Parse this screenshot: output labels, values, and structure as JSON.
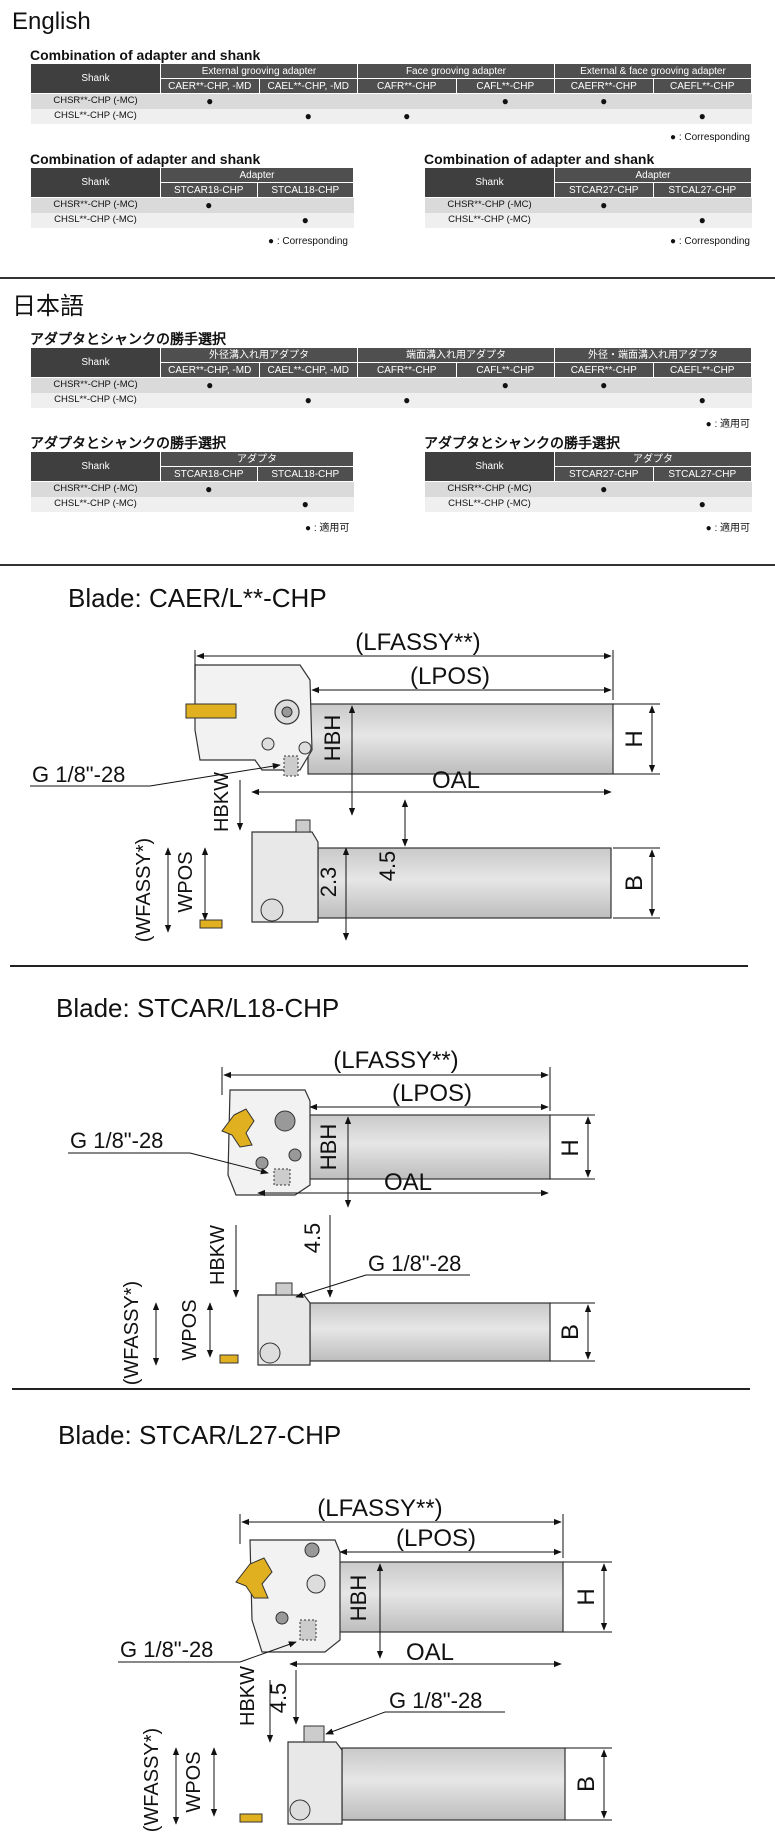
{
  "english": {
    "heading": "English",
    "table_wide": {
      "title": "Combination of adapter and shank",
      "shank_label": "Shank",
      "groups": [
        "External grooving adapter",
        "Face grooving adapter",
        "External & face grooving adapter"
      ],
      "columns": [
        "CAER**-CHP, -MD",
        "CAEL**-CHP, -MD",
        "CAFR**-CHP",
        "CAFL**-CHP",
        "CAEFR**-CHP",
        "CAEFL**-CHP"
      ],
      "rows": [
        {
          "shank": "CHSR**-CHP (-MC)",
          "marks": [
            "●",
            "",
            "",
            "●",
            "●",
            ""
          ]
        },
        {
          "shank": "CHSL**-CHP (-MC)",
          "marks": [
            "",
            "●",
            "●",
            "",
            "",
            "●"
          ]
        }
      ],
      "legend": "● : Corresponding"
    },
    "table_left": {
      "title": "Combination of adapter and shank",
      "shank_label": "Shank",
      "group": "Adapter",
      "columns": [
        "STCAR18-CHP",
        "STCAL18-CHP"
      ],
      "rows": [
        {
          "shank": "CHSR**-CHP (-MC)",
          "marks": [
            "●",
            ""
          ]
        },
        {
          "shank": "CHSL**-CHP (-MC)",
          "marks": [
            "",
            "●"
          ]
        }
      ],
      "legend": "● : Corresponding"
    },
    "table_right": {
      "title": "Combination of adapter and shank",
      "shank_label": "Shank",
      "group": "Adapter",
      "columns": [
        "STCAR27-CHP",
        "STCAL27-CHP"
      ],
      "rows": [
        {
          "shank": "CHSR**-CHP (-MC)",
          "marks": [
            "●",
            ""
          ]
        },
        {
          "shank": "CHSL**-CHP (-MC)",
          "marks": [
            "",
            "●"
          ]
        }
      ],
      "legend": "● : Corresponding"
    }
  },
  "japanese": {
    "heading": "日本語",
    "table_wide": {
      "title": "アダプタとシャンクの勝手選択",
      "shank_label": "Shank",
      "groups": [
        "外径溝入れ用アダプタ",
        "端面溝入れ用アダプタ",
        "外径・端面溝入れ用アダプタ"
      ],
      "columns": [
        "CAER**-CHP, -MD",
        "CAEL**-CHP, -MD",
        "CAFR**-CHP",
        "CAFL**-CHP",
        "CAEFR**-CHP",
        "CAEFL**-CHP"
      ],
      "rows": [
        {
          "shank": "CHSR**-CHP (-MC)",
          "marks": [
            "●",
            "",
            "",
            "●",
            "●",
            ""
          ]
        },
        {
          "shank": "CHSL**-CHP (-MC)",
          "marks": [
            "",
            "●",
            "●",
            "",
            "",
            "●"
          ]
        }
      ],
      "legend": "● : 適用可"
    },
    "table_left": {
      "title": "アダプタとシャンクの勝手選択",
      "shank_label": "Shank",
      "group": "アダプタ",
      "columns": [
        "STCAR18-CHP",
        "STCAL18-CHP"
      ],
      "rows": [
        {
          "shank": "CHSR**-CHP (-MC)",
          "marks": [
            "●",
            ""
          ]
        },
        {
          "shank": "CHSL**-CHP (-MC)",
          "marks": [
            "",
            "●"
          ]
        }
      ],
      "legend": "● : 適用可"
    },
    "table_right": {
      "title": "アダプタとシャンクの勝手選択",
      "shank_label": "Shank",
      "group": "アダプタ",
      "columns": [
        "STCAR27-CHP",
        "STCAL27-CHP"
      ],
      "rows": [
        {
          "shank": "CHSR**-CHP (-MC)",
          "marks": [
            "●",
            ""
          ]
        },
        {
          "shank": "CHSL**-CHP (-MC)",
          "marks": [
            "",
            "●"
          ]
        }
      ],
      "legend": "● : 適用可"
    }
  },
  "blades": [
    {
      "title": "Blade: CAER/L**-CHP",
      "labels": {
        "lfassy": "(LFASSY**)",
        "lpos": "(LPOS)",
        "oal": "OAL",
        "hbh": "HBH",
        "h": "H",
        "b": "B",
        "g": "G 1/8\"-28",
        "hbkw": "HBKW",
        "wfassy": "(WFASSY*)",
        "wpos": "WPOS",
        "d1": "4.5",
        "d2": "2.3"
      }
    },
    {
      "title": "Blade: STCAR/L18-CHP",
      "labels": {
        "lfassy": "(LFASSY**)",
        "lpos": "(LPOS)",
        "oal": "OAL",
        "hbh": "HBH",
        "h": "H",
        "b": "B",
        "g": "G 1/8\"-28",
        "g2": "G 1/8\"-28",
        "hbkw": "HBKW",
        "wfassy": "(WFASSY*)",
        "wpos": "WPOS",
        "d1": "4.5"
      }
    },
    {
      "title": "Blade: STCAR/L27-CHP",
      "labels": {
        "lfassy": "(LFASSY**)",
        "lpos": "(LPOS)",
        "oal": "OAL",
        "hbh": "HBH",
        "h": "H",
        "b": "B",
        "g": "G 1/8\"-28",
        "g2": "G 1/8\"-28",
        "hbkw": "HBKW",
        "wfassy": "(WFASSY*)",
        "wpos": "WPOS",
        "d1": "4.5"
      }
    }
  ]
}
